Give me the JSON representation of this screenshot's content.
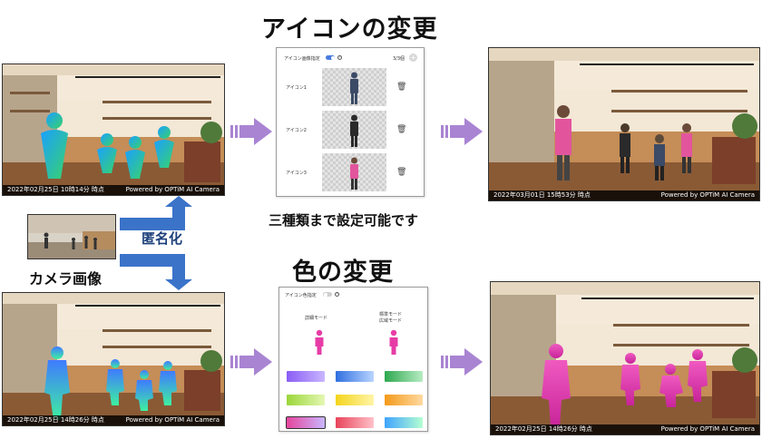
{
  "titles": {
    "icon_change": "アイコンの変更",
    "color_change": "色の変更",
    "icon_note": "三種類まで設定可能です"
  },
  "source": {
    "label": "カメラ画像",
    "anonymize_label": "匿名化"
  },
  "scenes": {
    "top_left": {
      "timestamp": "2022年02月25日 10時14分 時点",
      "powered": "Powered by OPTiM AI Camera"
    },
    "top_right": {
      "timestamp": "2022年03月01日 15時53分 時点",
      "powered": "Powered by OPTiM AI Camera"
    },
    "bottom_left": {
      "timestamp": "2022年02月25日 14時26分 時点",
      "powered": "Powered by OPTiM AI Camera"
    },
    "bottom_right": {
      "timestamp": "2022年02月25日 14時26分 時点",
      "powered": "Powered by OPTiM AI Camera"
    }
  },
  "icon_panel": {
    "header": "アイコン画像指定",
    "counter": "3/3個",
    "items": [
      {
        "label": "アイコン1"
      },
      {
        "label": "アイコン2"
      },
      {
        "label": "アイコン3"
      }
    ]
  },
  "color_panel": {
    "header": "アイコン色指定",
    "detail_mode": "詳細モード",
    "standard_mode": "標準モード",
    "wide_mode": "広域モード",
    "swatches": [
      [
        "#8a5cf5",
        "#c9b6ff"
      ],
      [
        "#2f6fe0",
        "#b9d4ff"
      ],
      [
        "#2ea84f",
        "#b7ecc3"
      ],
      [
        "#9bd63a",
        "#e4f7b2"
      ],
      [
        "#f4d51c",
        "#fff4a8"
      ],
      [
        "#f39a1a",
        "#ffd9a0"
      ],
      [
        "#e6449c",
        "#c9b6ff"
      ],
      [
        "#e8445a",
        "#ffc1c9"
      ],
      [
        "#3fa4ff",
        "#b4ffd2"
      ]
    ]
  },
  "colors": {
    "arrow_blue": "#3b73c9",
    "arrow_purple": "#a984d2",
    "magenta": "#e73ca6"
  }
}
